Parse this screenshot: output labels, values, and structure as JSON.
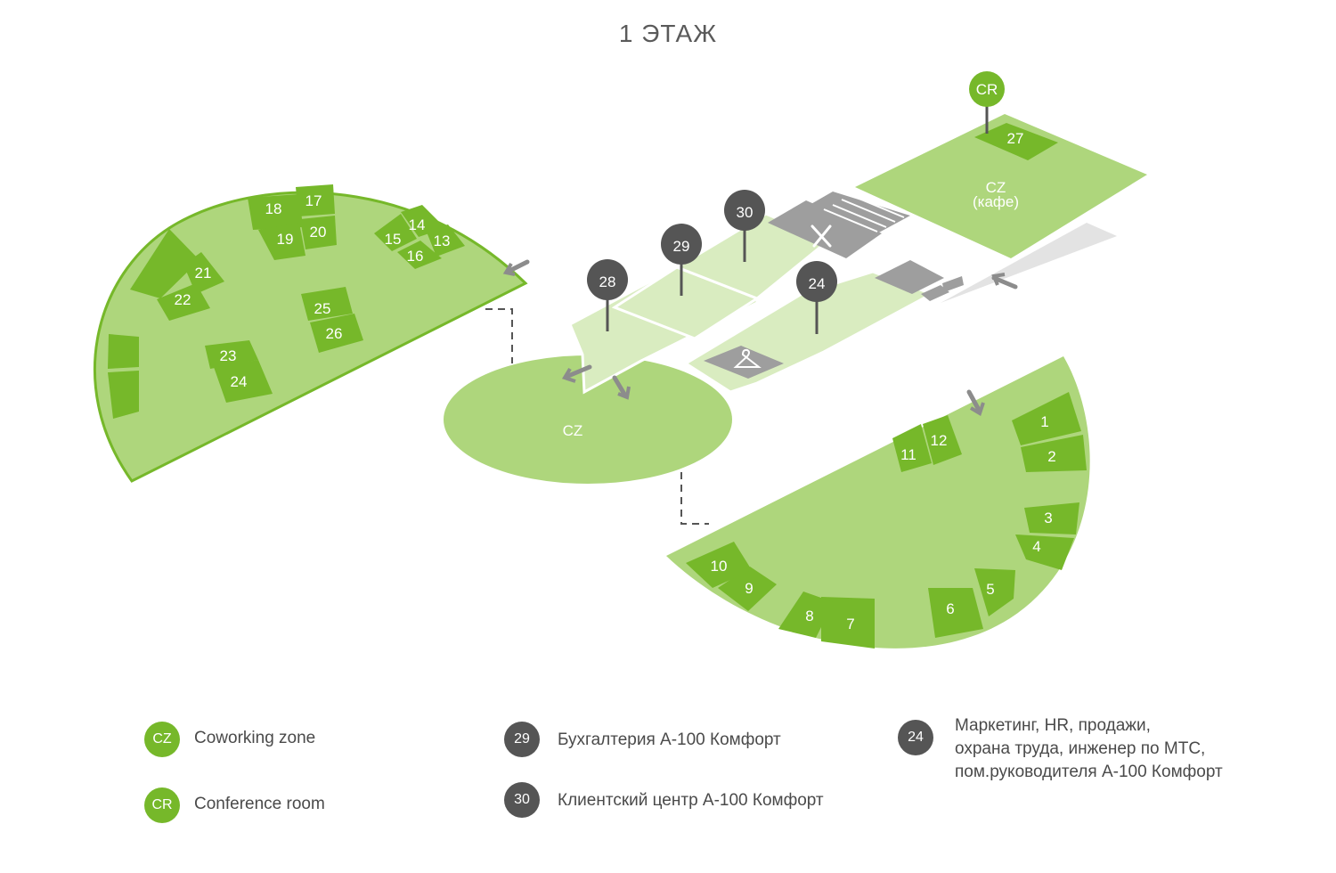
{
  "title": "1 ЭТАЖ",
  "colors": {
    "zone_light": "#aed67c",
    "zone_dark": "#76b82a",
    "corridor": "#d9ecc0",
    "service_grey": "#9e9e9e",
    "pin_grey": "#555555",
    "arrow_grey": "#8c8c8c"
  },
  "map": {
    "center_zone": "CZ",
    "cafe_zone": "CZ",
    "cafe_sub": "(кафе)",
    "cr_pin": "CR",
    "pins": [
      "28",
      "29",
      "30",
      "24"
    ],
    "rooms_left": [
      "17",
      "18",
      "19",
      "20",
      "14",
      "15",
      "13",
      "16",
      "21",
      "22",
      "25",
      "26",
      "23",
      "24"
    ],
    "rooms_right": [
      "1",
      "2",
      "3",
      "4",
      "5",
      "6",
      "7",
      "8",
      "9",
      "10",
      "11",
      "12"
    ],
    "room_top": "27",
    "icons": [
      "cutlery-icon",
      "hanger-icon",
      "stairs-icon"
    ]
  },
  "legend": {
    "cz_badge": "CZ",
    "cz_text": "Coworking zone",
    "cr_badge": "CR",
    "cr_text": "Conference room",
    "p29_badge": "29",
    "p29_text": "Бухгалтерия А-100 Комфорт",
    "p30_badge": "30",
    "p30_text": "Клиентский центр А-100 Комфорт",
    "p24_badge": "24",
    "p24_text": "Маркетинг, HR, продажи,\nохрана труда, инженер по МТС,\nпом.руководителя  А-100 Комфорт"
  }
}
